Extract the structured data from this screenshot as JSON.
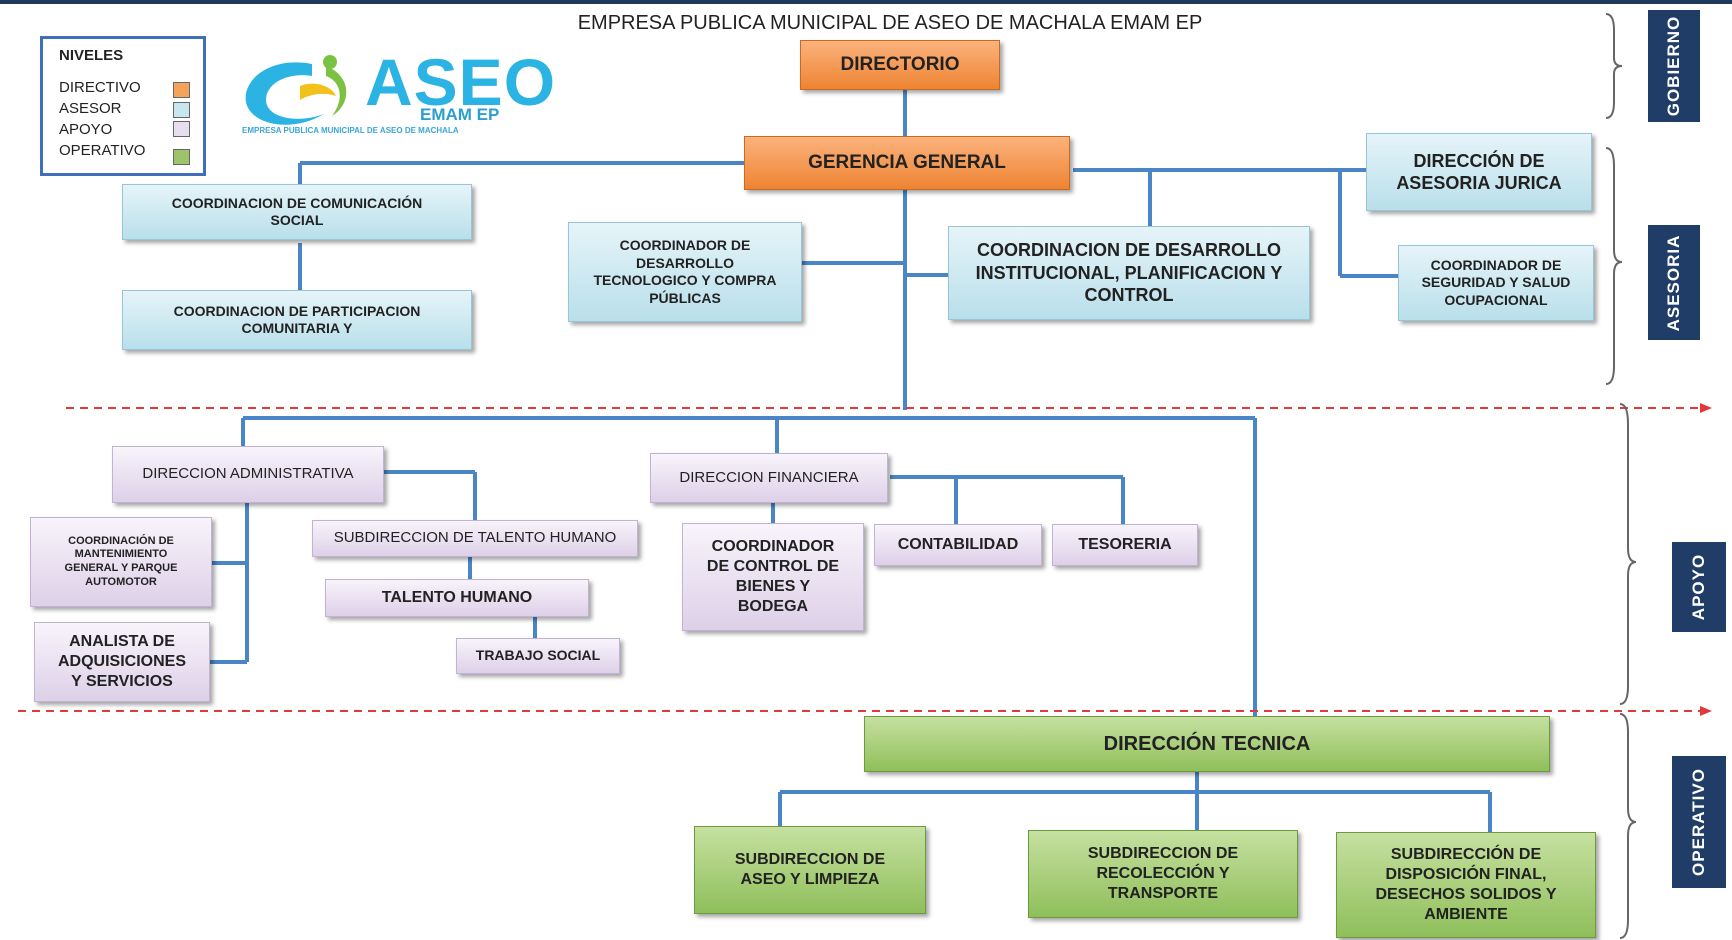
{
  "title": "EMPRESA PUBLICA MUNICIPAL DE ASEO DE MACHALA EMAM EP",
  "legend": {
    "title": "NIVELES",
    "items": [
      {
        "label": "DIRECTIVO",
        "color": "#f5a25d"
      },
      {
        "label": "ASESOR",
        "color": "#c7e6f0"
      },
      {
        "label": "APOYO",
        "color": "#e8def0"
      },
      {
        "label": "OPERATIVO",
        "color": "#9dc46a"
      }
    ]
  },
  "logo": {
    "word": "ASEO",
    "sub": "EMAM EP",
    "tagline": "EMPRESA PUBLICA MUNICIPAL DE ASEO DE MACHALA"
  },
  "levels": {
    "gobierno": "GOBIERNO",
    "asesoria": "ASESORIA",
    "apoyo": "APOYO",
    "operativo": "OPERATIVO"
  },
  "nodes": {
    "directorio": "DIRECTORIO",
    "gerencia": "GERENCIA GENERAL",
    "com_social": [
      "COORDINACION DE COMUNICACIÓN",
      "SOCIAL"
    ],
    "participacion": [
      "COORDINACION DE PARTICIPACION",
      "COMUNITARIA Y"
    ],
    "desarrollo_tec": [
      "COORDINADOR DE",
      "DESARROLLO",
      "TECNOLOGICO Y COMPRA",
      "PÚBLICAS"
    ],
    "desarrollo_inst": [
      "COORDINACION DE DESARROLLO",
      "INSTITUCIONAL, PLANIFICACION Y",
      "CONTROL"
    ],
    "asesoria_juridica": [
      "DIRECCIÓN DE",
      "ASESORIA JURICA"
    ],
    "seguridad": [
      "COORDINADOR DE",
      "SEGURIDAD Y SALUD",
      "OCUPACIONAL"
    ],
    "dir_admin": "DIRECCION ADMINISTRATIVA",
    "mantenimiento": [
      "COORDINACIÓN DE",
      "MANTENIMIENTO",
      "GENERAL Y PARQUE",
      "AUTOMOTOR"
    ],
    "subdir_talento": "SUBDIRECCION DE TALENTO HUMANO",
    "talento": "TALENTO HUMANO",
    "trabajo_social": "TRABAJO SOCIAL",
    "adquisiciones": [
      "ANALISTA DE",
      "ADQUISICIONES",
      "Y SERVICIOS"
    ],
    "dir_financiera": "DIRECCION FINANCIERA",
    "bienes": [
      "COORDINADOR",
      "DE CONTROL DE",
      "BIENES Y",
      "BODEGA"
    ],
    "contabilidad": "CONTABILIDAD",
    "tesoreria": "TESORERIA",
    "dir_tecnica": "DIRECCIÓN TECNICA",
    "aseo": [
      "SUBDIRECCION DE",
      "ASEO Y LIMPIEZA"
    ],
    "recoleccion": [
      "SUBDIRECCION DE",
      "RECOLECCIÓN Y",
      "TRANSPORTE"
    ],
    "disposicion": [
      "SUBDIRECCIÓN DE",
      "DISPOSICIÓN FINAL,",
      "DESECHOS SOLIDOS Y",
      "AMBIENTE"
    ]
  }
}
